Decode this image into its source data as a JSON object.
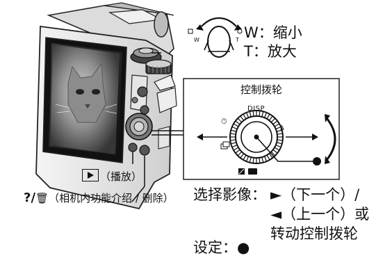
{
  "zoom": {
    "w_label": "W：缩小",
    "t_label": "T：放大",
    "ring_w": "W",
    "ring_t": "T"
  },
  "wheel": {
    "title": "控制拨轮",
    "top": "DISP"
  },
  "buttons": {
    "play_label": "（播放）",
    "help_delete_label": "（相机内功能介绍 / 删除）",
    "help_mark": "?/",
    "delete_glyph": "🗑"
  },
  "instructions": {
    "select_prefix": "选择影像：",
    "next": "►（下一个）/",
    "prev": "◄（上一个）或",
    "rotate": "转动控制拨轮",
    "set": "设定：●"
  },
  "colors": {
    "line": "#111111",
    "camera_body": "#e8e8e8",
    "camera_dark": "#2a2a2a"
  }
}
